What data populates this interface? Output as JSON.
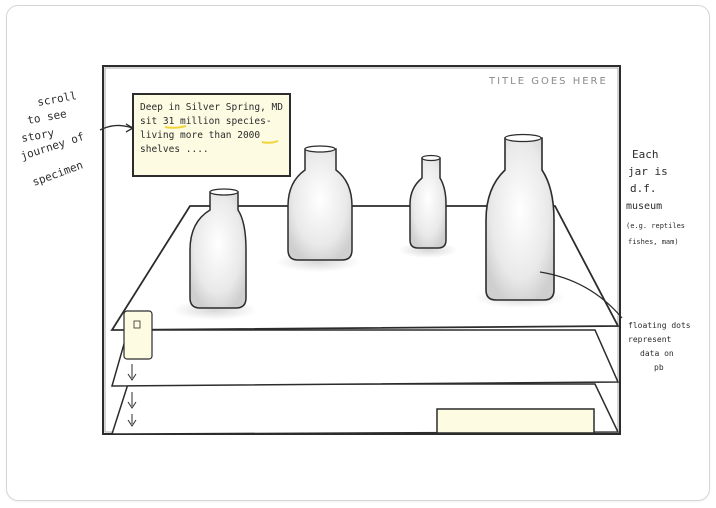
{
  "sketch": {
    "frame_title": "TITLE GOES HERE",
    "intro_note": {
      "line1": "Deep in Silver Spring, MD",
      "line2": "sit 31 million species-",
      "line3": "living more than 2000",
      "line4": "shelves ...."
    },
    "annotations": {
      "left": [
        "scroll",
        "to see",
        "story",
        "journey of",
        "specimen"
      ],
      "right_top": [
        "Each",
        "jar is",
        "d.f.",
        "museum",
        "(e.g. reptiles",
        "fishes, mam)"
      ],
      "right_bottom": [
        "floating dots",
        "represent",
        "data on",
        "pb"
      ]
    },
    "colors": {
      "pencil": "#2c2c2c",
      "note_fill": "#fdfbe2",
      "highlight": "#f2d33c",
      "title_gray": "#8a8a8a"
    }
  }
}
